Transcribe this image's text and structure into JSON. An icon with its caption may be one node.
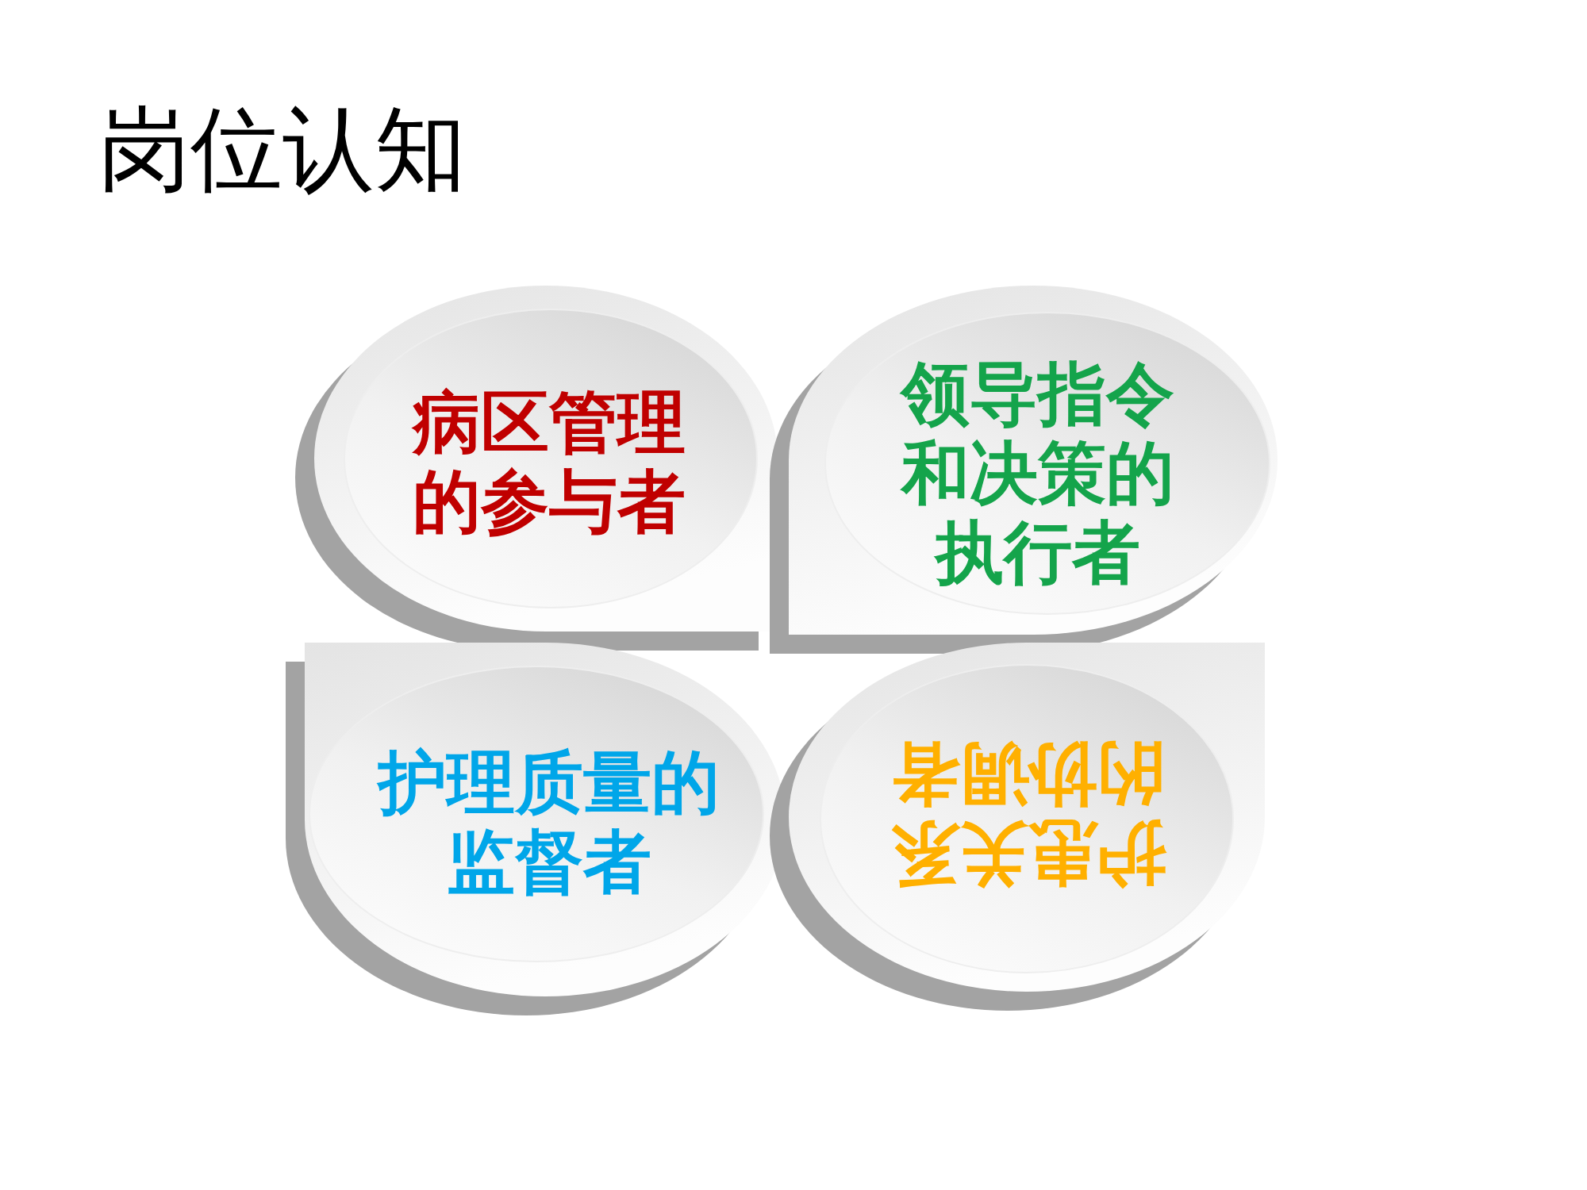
{
  "diagram": {
    "title": "岗位认知",
    "nodes": [
      {
        "text": [
          "病区管理的参与者"
        ]
      },
      {
        "text": [
          "领导指令和决策的执行者"
        ]
      },
      {
        "text": [
          "护理质量的监督者"
        ]
      },
      {
        "text": [
          "护患关系的协调者"
        ]
      }
    ]
  }
}
